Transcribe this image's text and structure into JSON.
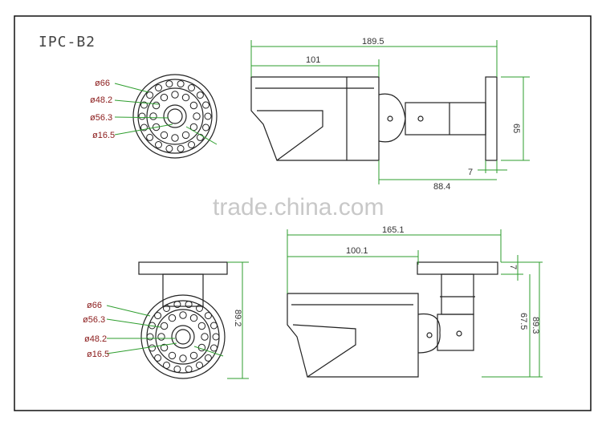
{
  "title": "IPC-B2",
  "watermark": "trade.china.com",
  "colors": {
    "dimension_line": "#2e9e2e",
    "outline": "#222222",
    "label_text": "#8a1a1a",
    "border": "#111111"
  },
  "top": {
    "front_labels": [
      "ø66",
      "ø48.2",
      "ø56.3",
      "ø16.5"
    ],
    "dims": {
      "overall_length": "189.5",
      "body_length": "101",
      "height": "65",
      "plate": "7",
      "bracket_length": "88.4"
    }
  },
  "bottom": {
    "front_labels": [
      "ø66",
      "ø56.3",
      "ø48.2",
      "ø16.5"
    ],
    "dims": {
      "front_height": "89.2",
      "overall_length": "165.1",
      "body_length": "100.1",
      "plate": "7",
      "mount_height": "67.5",
      "total_height": "89.3"
    }
  }
}
